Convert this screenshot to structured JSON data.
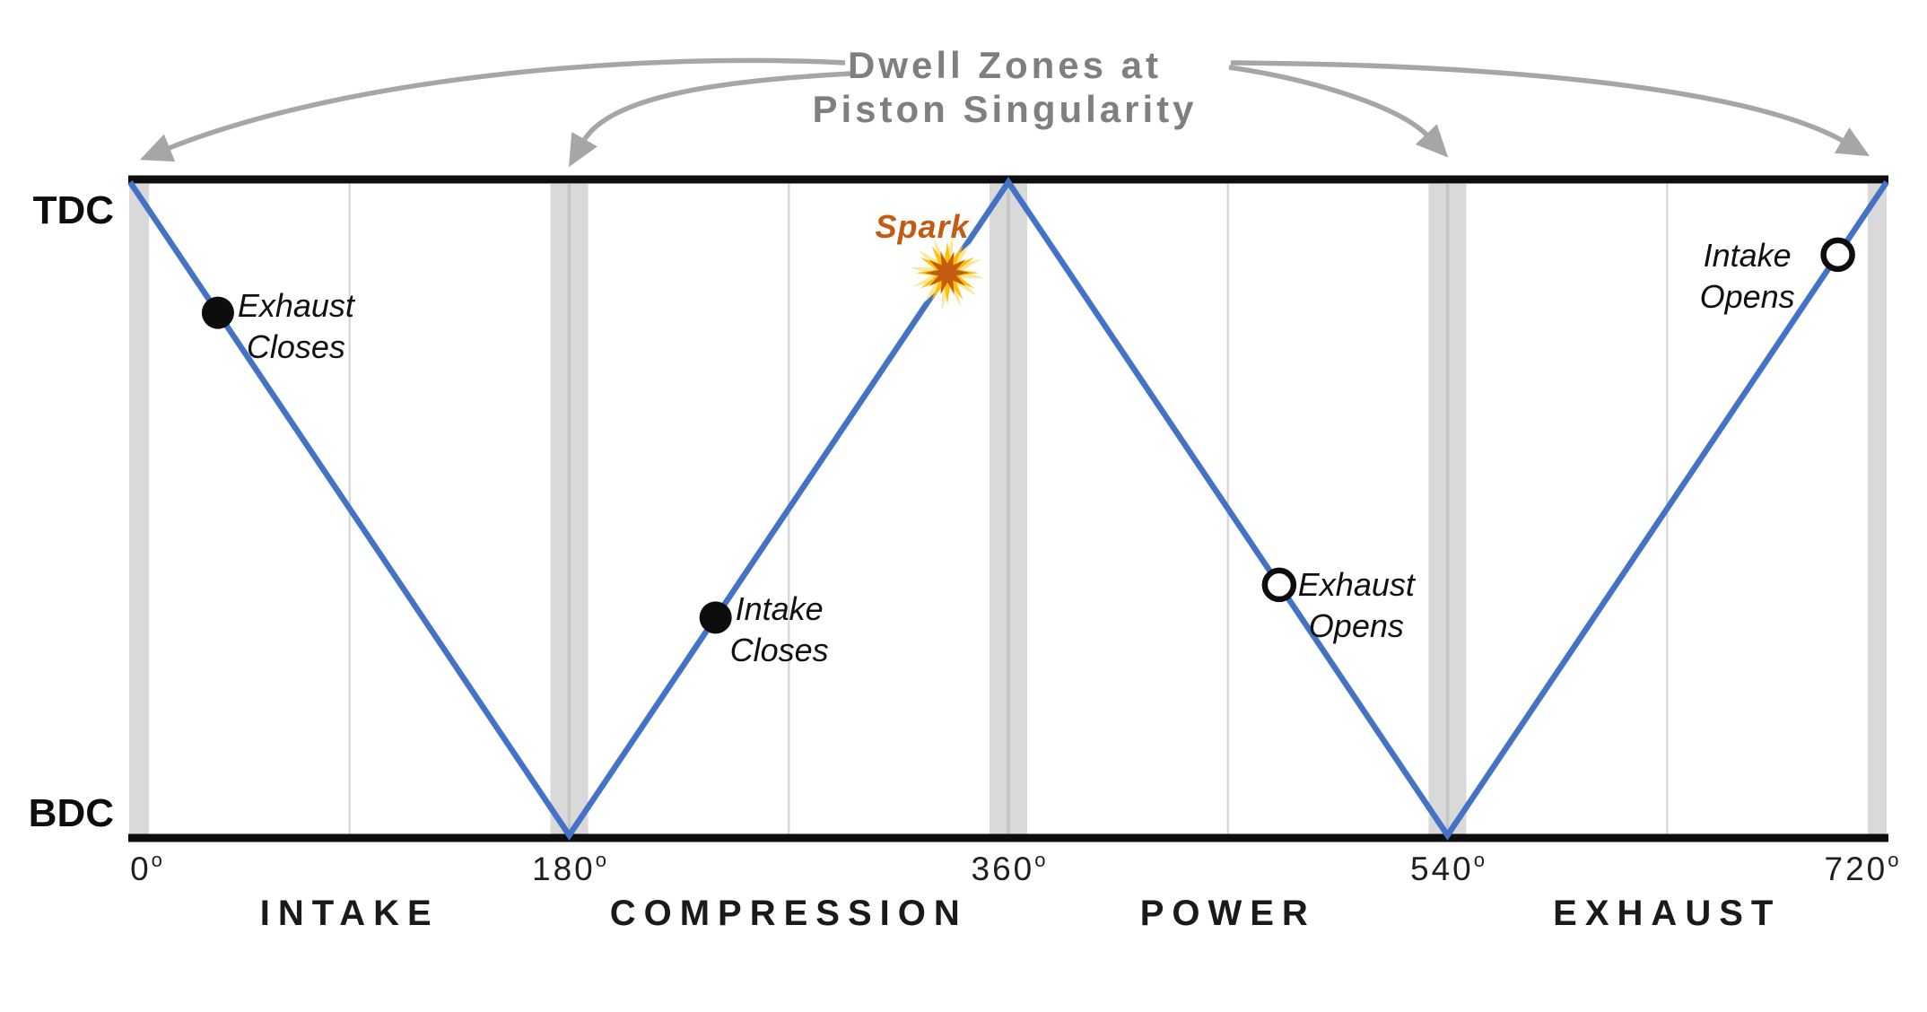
{
  "colors": {
    "background": "#FFFFFF",
    "piston_line_blue": "#4472C4",
    "axis_black": "#0D0D0D",
    "dwell_band_gray": "#D9D9D9",
    "dwell_band_centerline_gray": "#C6C6C6",
    "gridline_gray": "#D9D9D9",
    "arrow_gray": "#A6A6A6",
    "title_gray": "#7F7F7F",
    "marker_black": "#0D0D0D",
    "open_marker_fill": "#FFFFFF",
    "spark_core_orange": "#C55A11",
    "spark_gold": "#FFC000",
    "spark_halo_pale_gold": "#FFE699",
    "label_text_black": "#1A1A1A"
  },
  "chart_data": {
    "type": "line",
    "annotation_title_lines": [
      "Dwell Zones at",
      "Piston Singularity"
    ],
    "y_axis_labels": [
      "TDC",
      "BDC"
    ],
    "x_tick_labels": [
      "0",
      "180",
      "360",
      "540",
      "720"
    ],
    "x_tick_degs": [
      0,
      180,
      360,
      540,
      720
    ],
    "degree_symbol": "o",
    "x_range_deg": [
      0,
      720
    ],
    "piston_line": {
      "x_deg": [
        0,
        180,
        360,
        540,
        720
      ],
      "position": [
        "TDC",
        "BDC",
        "TDC",
        "BDC",
        "TDC"
      ]
    },
    "minor_gridline_degs": [
      90,
      270,
      450,
      630
    ],
    "dwell_zone_degs": [
      0,
      180,
      360,
      540,
      720
    ],
    "annotation_arrow_target_degs": [
      0,
      180,
      540,
      720
    ],
    "stroke_phases": [
      {
        "label": "INTAKE",
        "center_deg": 90
      },
      {
        "label": "COMPRESSION",
        "center_deg": 270
      },
      {
        "label": "POWER",
        "center_deg": 450
      },
      {
        "label": "EXHAUST",
        "center_deg": 630
      }
    ],
    "events": [
      {
        "name": "exhaust-closes",
        "marker": "filled-circle",
        "deg": 36,
        "label_lines": [
          "Exhaust",
          "Closes"
        ]
      },
      {
        "name": "intake-closes",
        "marker": "filled-circle",
        "deg": 240,
        "label_lines": [
          "Intake",
          "Closes"
        ]
      },
      {
        "name": "spark",
        "marker": "starburst",
        "deg": 335,
        "label_lines": [
          "Spark"
        ]
      },
      {
        "name": "exhaust-opens",
        "marker": "open-circle",
        "deg": 471,
        "label_lines": [
          "Exhaust",
          "Opens"
        ]
      },
      {
        "name": "intake-opens",
        "marker": "open-circle",
        "deg": 700,
        "label_lines": [
          "Intake",
          "Opens"
        ]
      }
    ]
  }
}
